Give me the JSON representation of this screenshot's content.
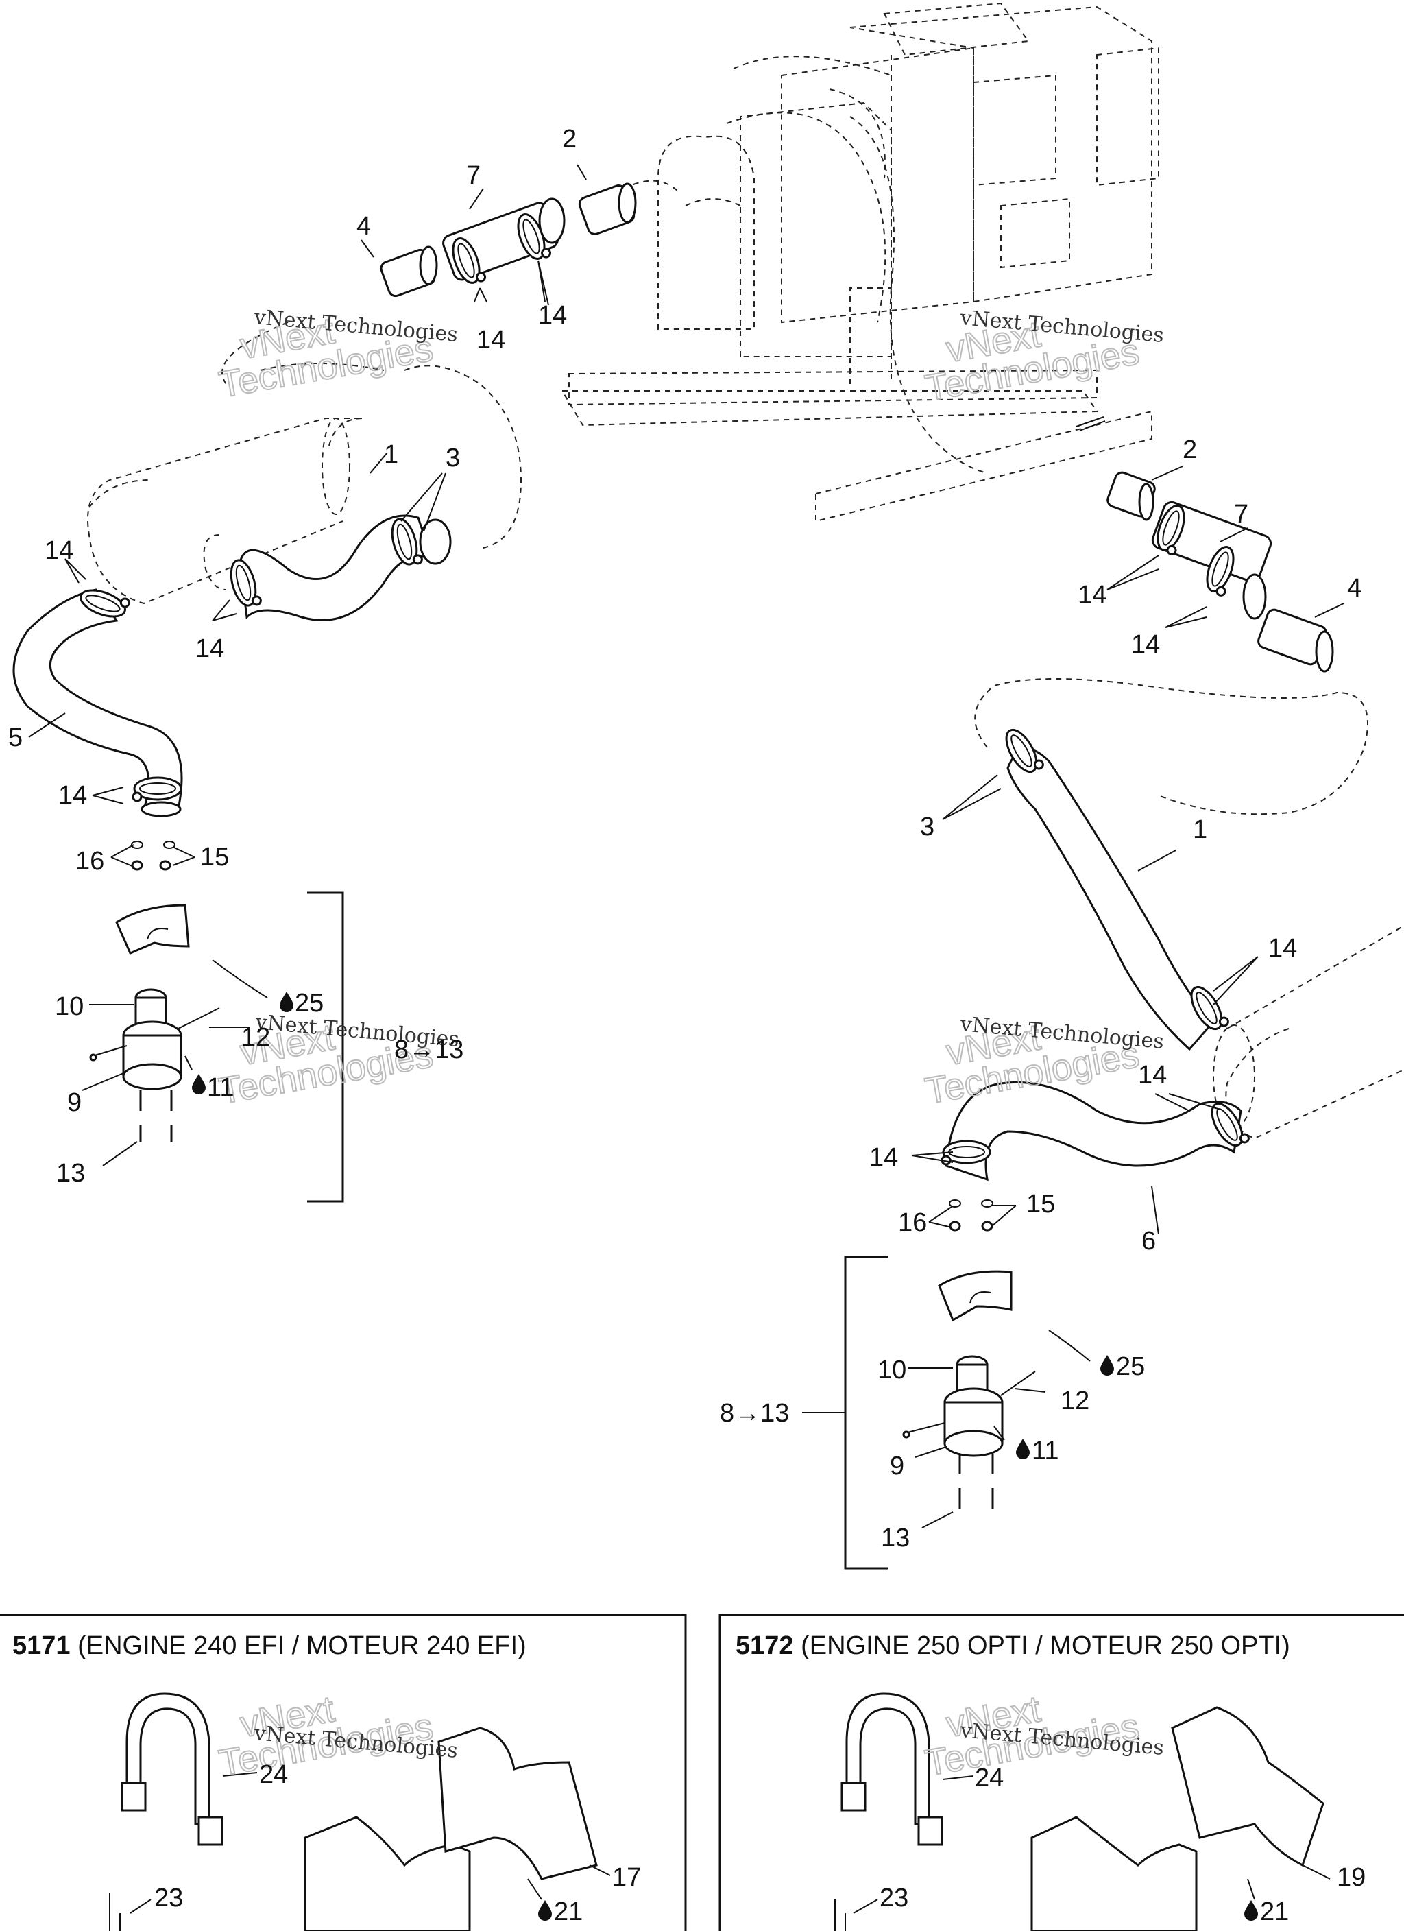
{
  "watermark": {
    "line1": "vNext Technologies",
    "line2": "vNext",
    "line3": "Technologies"
  },
  "callouts": {
    "c1": "1",
    "c2": "2",
    "c3": "3",
    "c4": "4",
    "c5": "5",
    "c6": "6",
    "c7": "7",
    "c9": "9",
    "c10": "10",
    "c11": "11",
    "c12": "12",
    "c13": "13",
    "c14": "14",
    "c15": "15",
    "c16": "16",
    "c17": "17",
    "c19": "19",
    "c21": "21",
    "c23": "23",
    "c24": "24",
    "c25": "25",
    "range_8_13": "8→13"
  },
  "panels": [
    {
      "code": "5171",
      "desc": " (ENGINE 240 EFI / MOTEUR 240 EFI)"
    },
    {
      "code": "5172",
      "desc": " (ENGINE 250 OPTI / MOTEUR 250 OPTI)"
    }
  ],
  "icons": [
    "oil-drop-icon",
    "arrow-right-icon"
  ]
}
